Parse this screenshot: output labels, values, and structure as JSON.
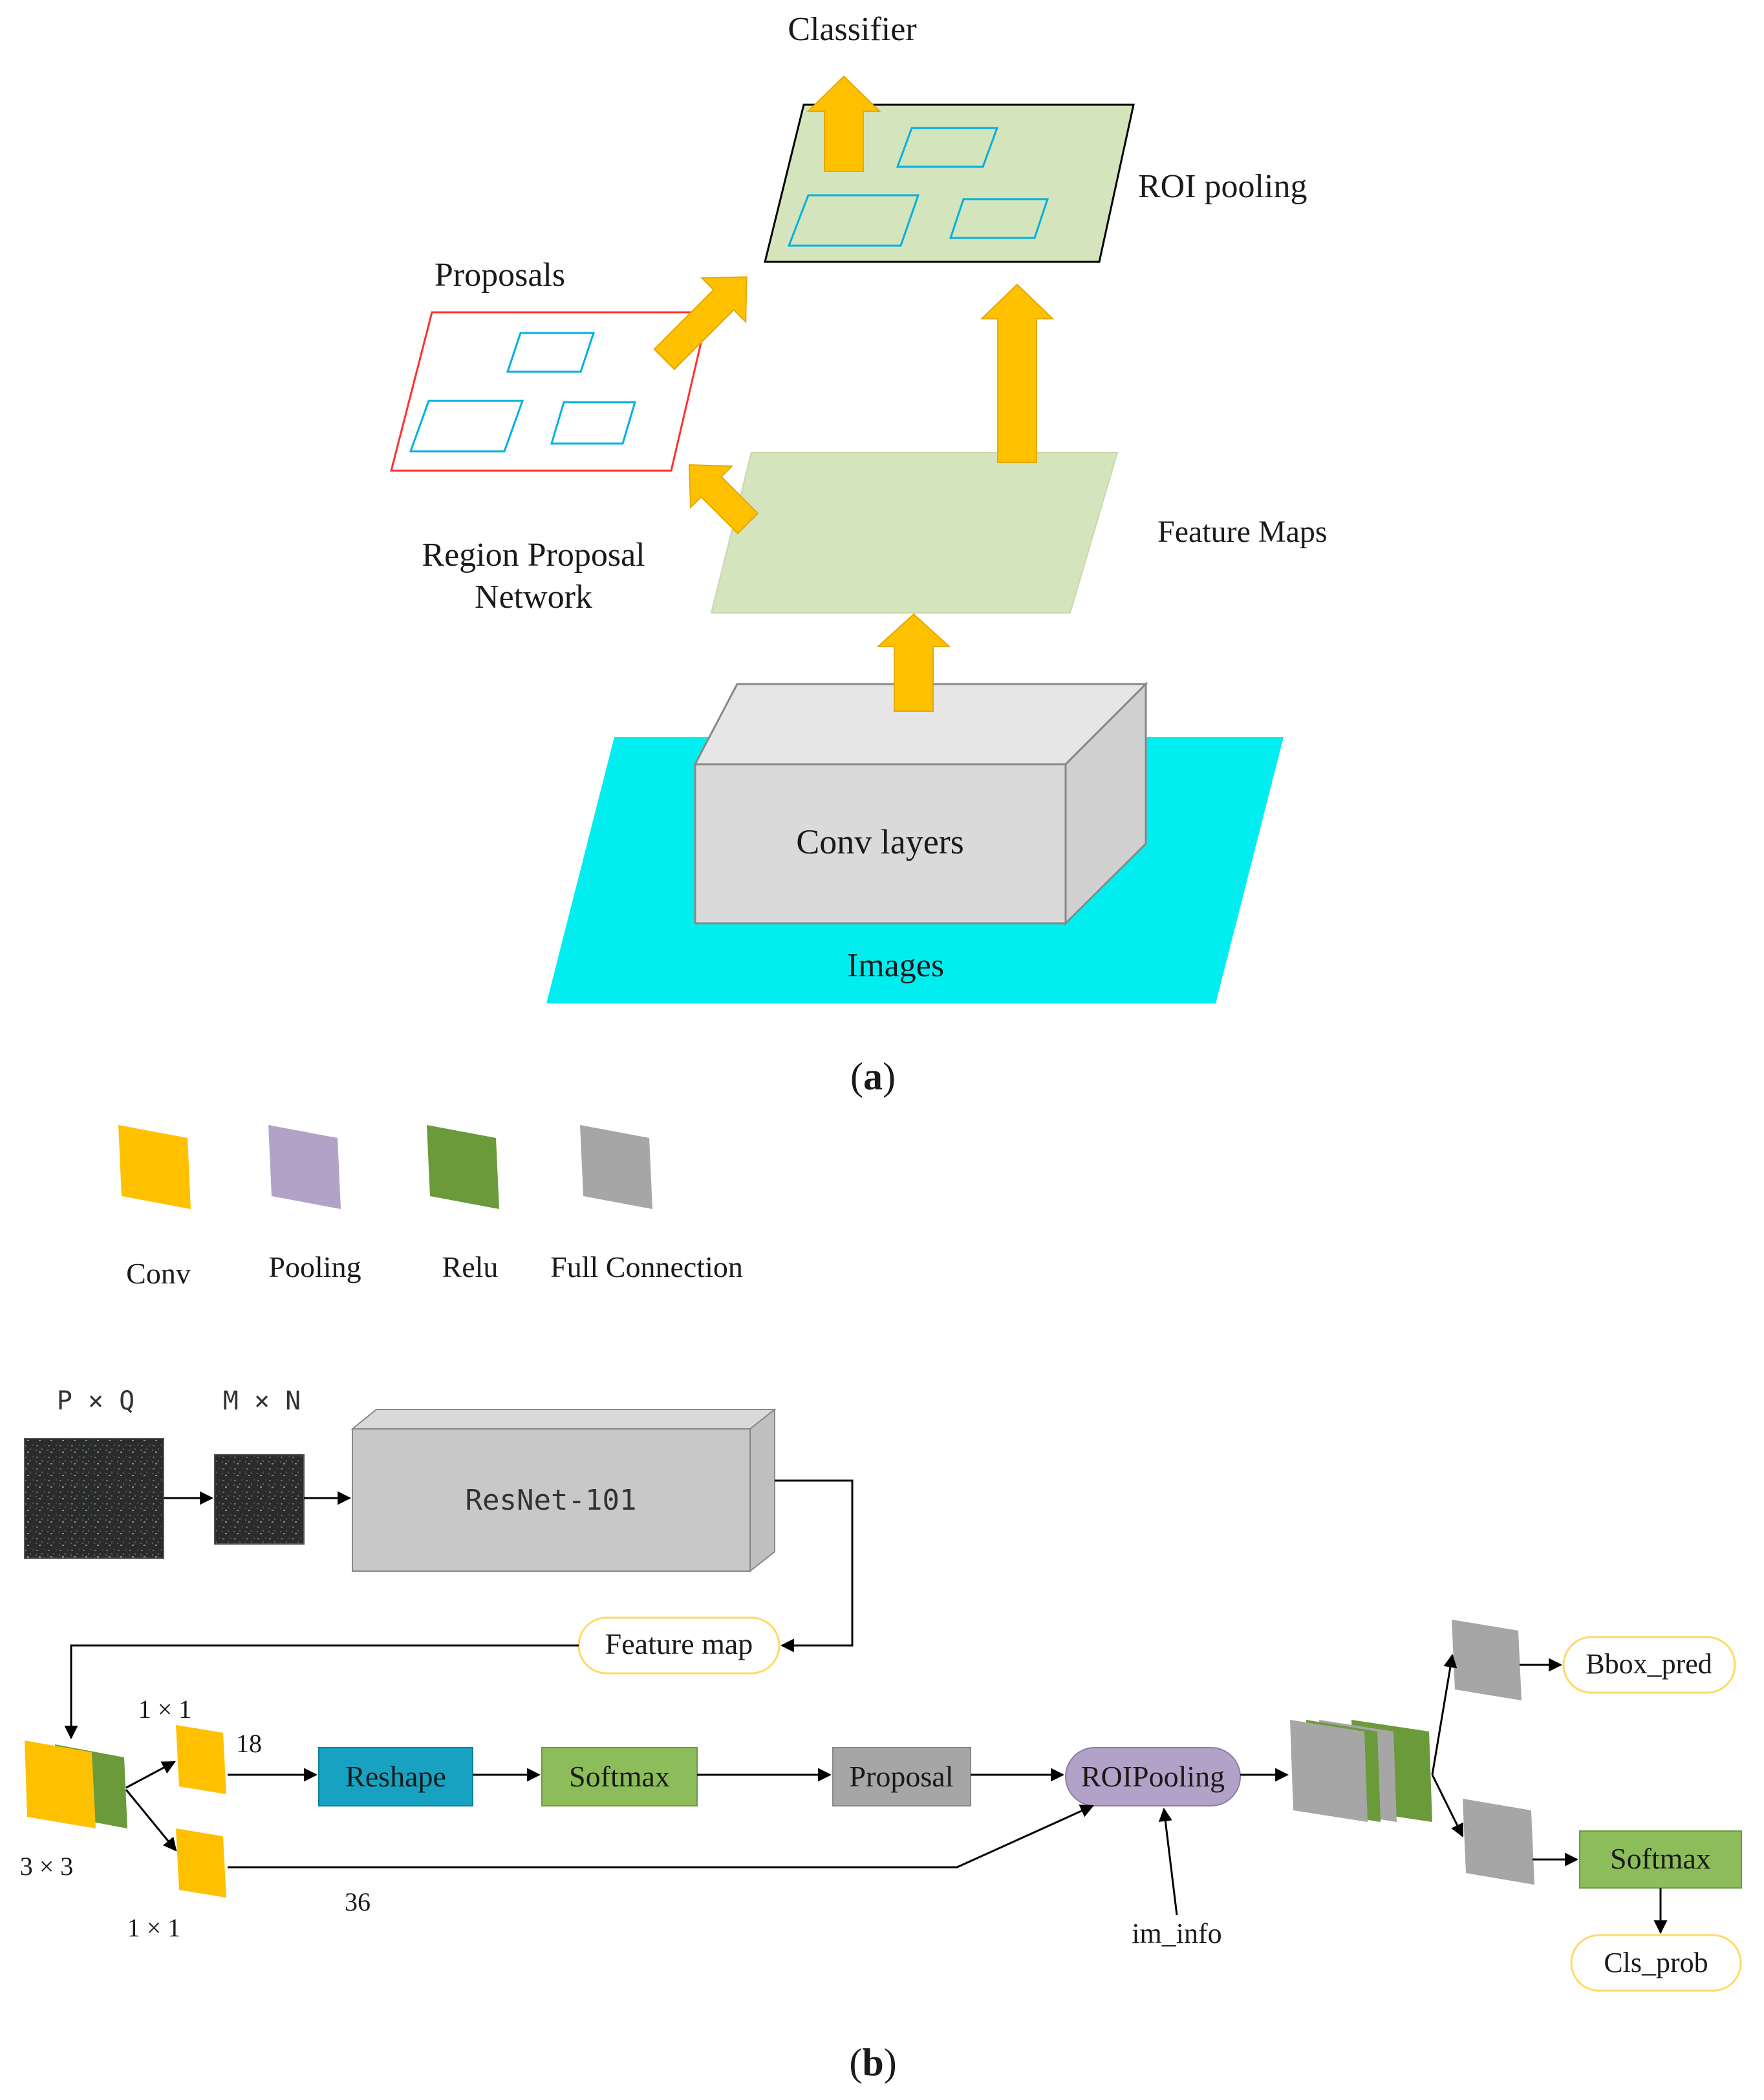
{
  "panel_a": {
    "labels": {
      "classifier": "Classifier",
      "roi_pooling": "ROI pooling",
      "proposals": "Proposals",
      "rpn_line1": "Region Proposal",
      "rpn_line2": "Network",
      "feature_maps": "Feature Maps",
      "conv_layers": "Conv layers",
      "images": "Images"
    },
    "caption_open": "(",
    "caption_letter": "a",
    "caption_close": ")"
  },
  "legend": {
    "items": [
      {
        "label": "Conv",
        "color": "#ffc000"
      },
      {
        "label": "Pooling",
        "color": "#b3a2c7"
      },
      {
        "label": "Relu",
        "color": "#6a9a3a"
      },
      {
        "label": "Full Connection",
        "color": "#a6a6a6"
      }
    ]
  },
  "panel_b": {
    "input_size": "P × Q",
    "resized_size": "M × N",
    "backbone": "ResNet-101",
    "feature_map": "Feature map",
    "conv3": "3 × 3",
    "conv1_top": "1 × 1",
    "conv1_bottom": "1 × 1",
    "channels_top": "18",
    "channels_bottom": "36",
    "reshape": "Reshape",
    "softmax_rpn": "Softmax",
    "proposal": "Proposal",
    "roi_pooling": "ROIPooling",
    "im_info": "im_info",
    "bbox_pred": "Bbox_pred",
    "softmax_cls": "Softmax",
    "cls_prob": "Cls_prob",
    "colors": {
      "conv": "#ffc000",
      "relu": "#6a9a3a",
      "fc": "#a6a6a6",
      "reshape": "#17a2c1",
      "softmax": "#8cbd5a",
      "proposal": "#a6a6a6",
      "roipooling": "#b3a2c7",
      "output_border": "#ffd966"
    },
    "caption_open": "(",
    "caption_letter": "b",
    "caption_close": ")"
  }
}
